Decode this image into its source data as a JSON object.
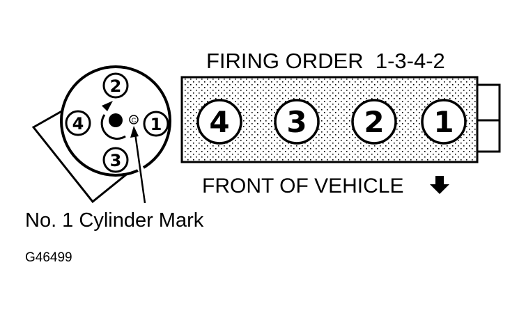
{
  "diagram": {
    "title": "FIRING ORDER  1-3-4-2",
    "front_label": "FRONT OF VEHICLE",
    "front_arrow_icon": "down-arrow-icon",
    "cylinder_mark_label": "No. 1 Cylinder Mark",
    "figure_id": "G46499",
    "colors": {
      "ink": "#000000",
      "background": "#ffffff"
    },
    "distributor": {
      "terminals": [
        {
          "label": "2",
          "position": "top"
        },
        {
          "label": "1",
          "position": "right"
        },
        {
          "label": "3",
          "position": "bottom"
        },
        {
          "label": "4",
          "position": "left"
        }
      ],
      "rotation": "counterclockwise",
      "mark_symbol": "C"
    },
    "engine_block": {
      "cylinders": [
        {
          "label": "4"
        },
        {
          "label": "3"
        },
        {
          "label": "2"
        },
        {
          "label": "1"
        }
      ]
    }
  }
}
